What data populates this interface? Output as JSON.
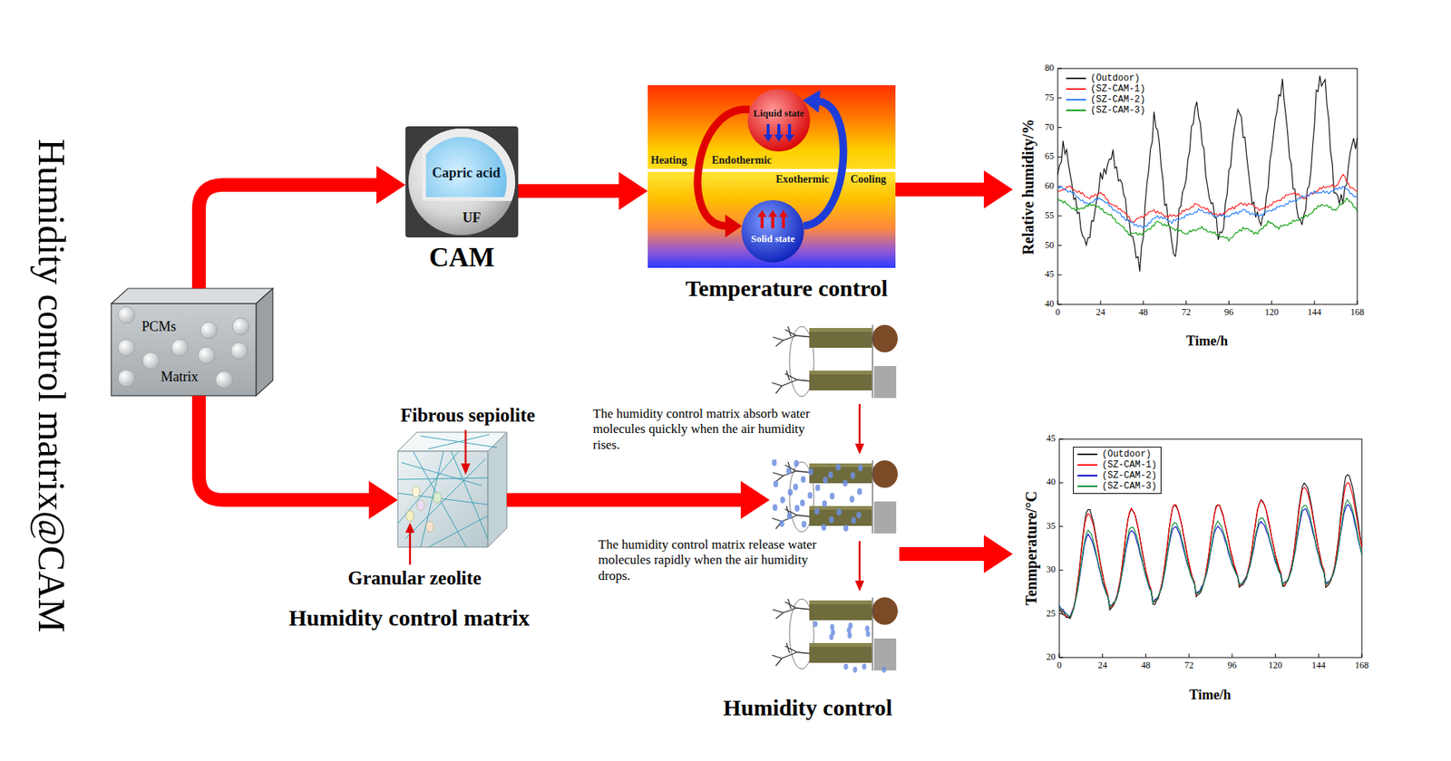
{
  "diagram": {
    "title": "Humidity control matrix@CAM",
    "nodes": [
      {
        "text": [
          "PCMs",
          "Matrix"
        ]
      },
      {
        "text": [
          "Capric acid",
          "UF",
          "CAM"
        ]
      },
      {
        "text": [
          "Heating",
          "Endothermic",
          "Exothermic",
          "Cooling",
          "Temperature control"
        ]
      },
      {
        "text": [
          "Liquid state"
        ],
        "in": 2
      },
      {
        "text": [
          "Solid state"
        ],
        "in": 2
      },
      {
        "text": [
          "Relative humidity/%",
          "Time/h"
        ]
      },
      {
        "text": [
          "Humidity control matrix"
        ]
      },
      {
        "text": [
          "Humidity control"
        ]
      },
      {
        "text": [
          "Tenmperature/°C",
          "Time/h"
        ]
      }
    ],
    "edges": [
      {
        "from": 0,
        "to": 1,
        "arrow": "to"
      },
      {
        "from": 1,
        "to": 2,
        "arrow": "to"
      },
      {
        "from": 2,
        "to": 5,
        "arrow": "to"
      },
      {
        "from": 3,
        "to": 4,
        "arrow": "to"
      },
      {
        "from": 4,
        "to": 3,
        "arrow": "to"
      },
      {
        "from": 0,
        "to": 6,
        "arrow": "to"
      },
      {
        "from": 6,
        "to": 7,
        "arrow": "to"
      },
      {
        "from": 7,
        "to": 8,
        "arrow": "to"
      }
    ],
    "labels": [
      "Fibrous sepiolite",
      "Granular zeolite",
      "The humidity control matrix absorb water molecules quickly when the air humidity rises.",
      "The humidity control matrix release water molecules rapidly when the air humidity drops.",
      "80",
      "75",
      "70",
      "65",
      "60",
      "55",
      "50",
      "45",
      "40",
      "0",
      "24",
      "48",
      "72",
      "96",
      "120",
      "144",
      "168",
      "45",
      "40",
      "35",
      "30",
      "25",
      "20",
      "0",
      "24",
      "48",
      "72",
      "96",
      "120",
      "144",
      "168"
    ],
    "legend": [
      {
        "text": "(Outdoor)"
      },
      {
        "text": "(SZ-CAM-1)"
      },
      {
        "text": "(SZ-CAM-2)"
      },
      {
        "text": "(SZ-CAM-3)"
      },
      {
        "text": "(Outdoor)"
      },
      {
        "text": "(SZ-CAM-1)"
      },
      {
        "text": "(SZ-CAM-2)"
      },
      {
        "text": "(SZ-CAM-3)"
      }
    ]
  }
}
